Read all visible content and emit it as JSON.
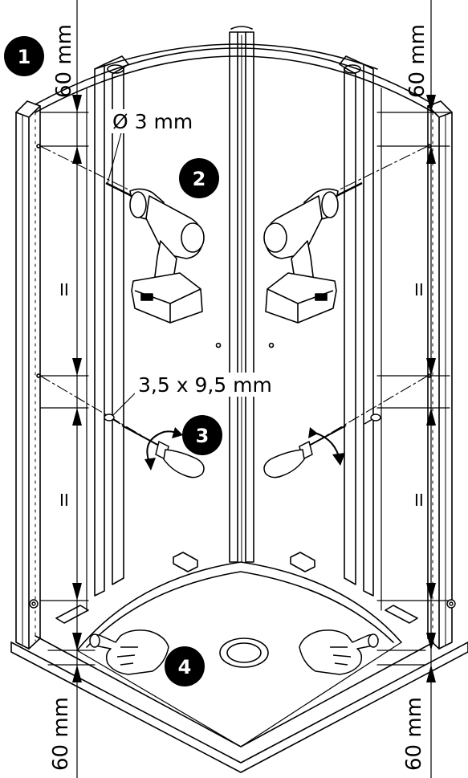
{
  "dimensions": {
    "top_left": "60 mm",
    "top_right": "60 mm",
    "bottom_left": "60 mm",
    "bottom_right": "60 mm"
  },
  "callouts": {
    "drill_bit": "Ø 3 mm",
    "screw": "3,5 x 9,5 mm"
  },
  "equal_marks": {
    "left_upper": "II",
    "left_lower": "II",
    "right_upper": "II",
    "right_lower": "II"
  },
  "steps": [
    "1",
    "2",
    "3",
    "4"
  ],
  "colors": {
    "line": "#000000",
    "tool_fill": "#ffffff",
    "badge_fill": "#000000",
    "badge_text": "#ffffff"
  },
  "icons": [
    "drill-icon",
    "screwdriver-icon",
    "hand-icon",
    "rotation-arrow-icon",
    "screw-icon"
  ]
}
